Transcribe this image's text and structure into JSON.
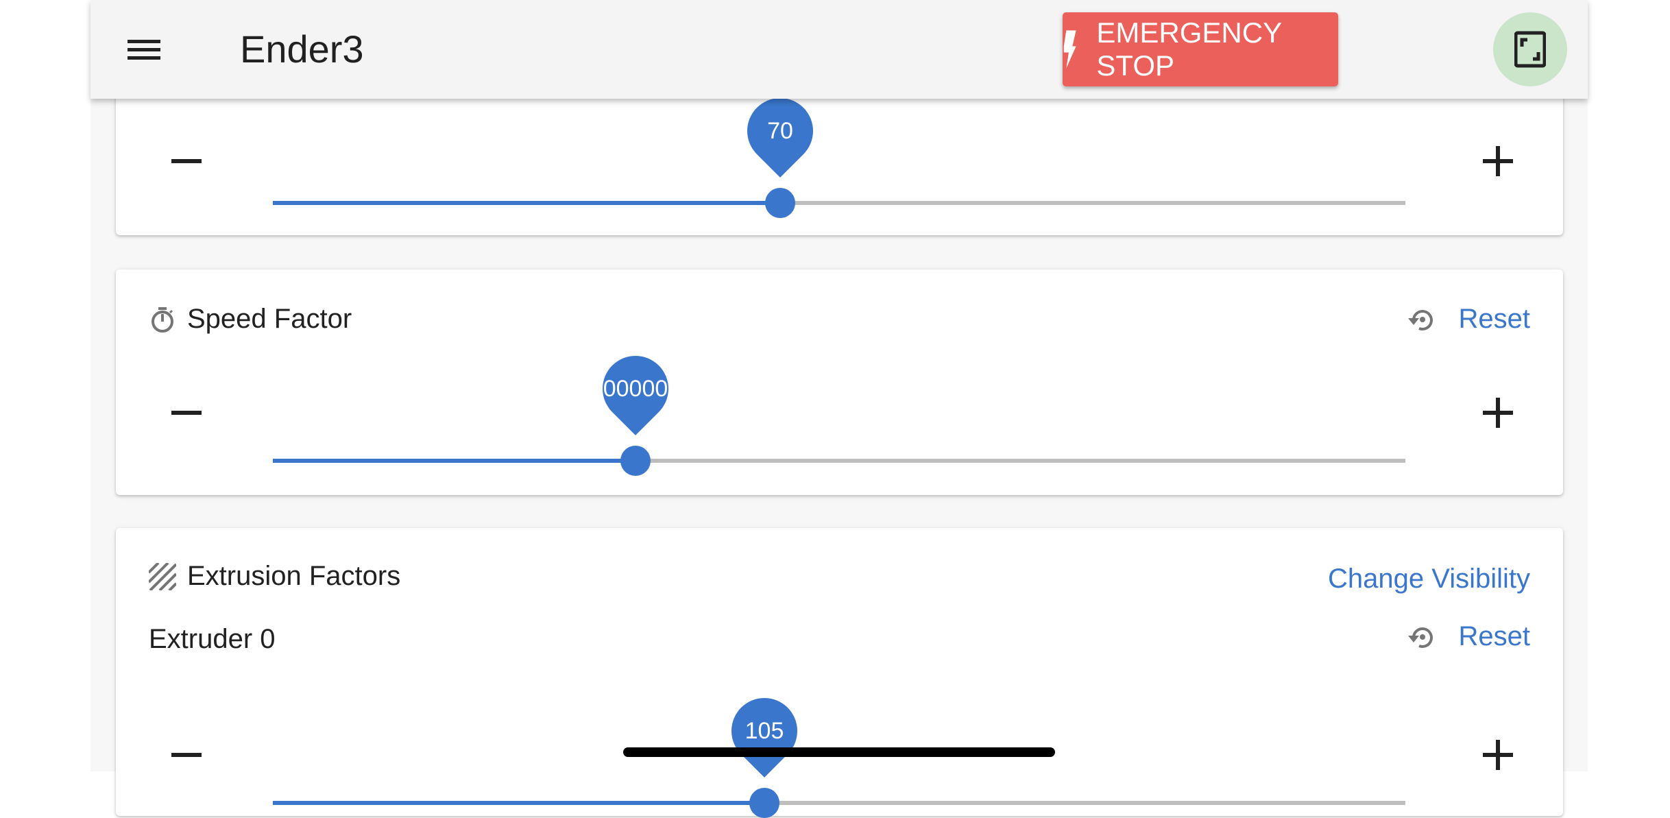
{
  "app_bar": {
    "menu_icon": "hamburger-menu-icon",
    "title": "Ender3",
    "emergency_stop": {
      "label": "EMERGENCY STOP",
      "icon": "lightning-bolt-icon",
      "color": "#eb605a"
    },
    "fullscreen": {
      "icon": "fullscreen-icon",
      "color": "#cbe5cb"
    }
  },
  "accent_color": "#3a76cc",
  "cards": {
    "previous_slider": {
      "value": "70",
      "percent": 44.8,
      "minus_icon": "minus-icon",
      "plus_icon": "plus-icon"
    },
    "speed_factor": {
      "icon": "timer-icon",
      "title": "Speed Factor",
      "reset_label": "Reset",
      "reset_icon": "restore-icon",
      "value": "00000",
      "percent": 32.0
    },
    "extrusion_factors": {
      "icon": "texture-hatch-icon",
      "title": "Extrusion Factors",
      "change_visibility_label": "Change Visibility",
      "extruder": {
        "label": "Extruder 0",
        "reset_label": "Reset",
        "reset_icon": "restore-icon",
        "value": "105",
        "percent": 43.4
      }
    }
  }
}
